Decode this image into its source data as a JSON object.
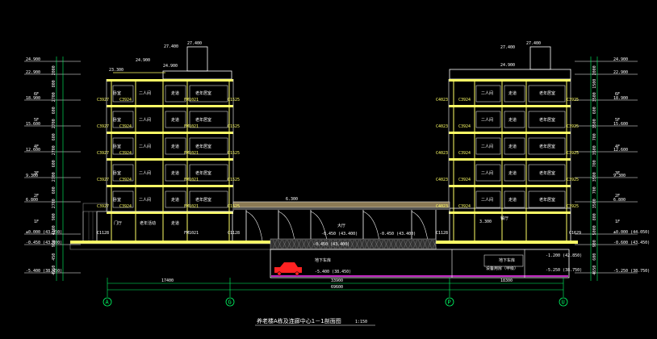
{
  "drawing": {
    "title": "养老楼A栋及连廊中心1－1剖面图",
    "scale": "1:150",
    "axes": [
      "A",
      "G",
      "P",
      "U"
    ],
    "spans": {
      "a_g": "17400",
      "g_p": "33900",
      "p_u": "18300",
      "total": "69600"
    },
    "left_levels": [
      "24.900",
      "22.900",
      "18.900",
      "15.600",
      "12.600",
      "9.300",
      "6.800",
      "±0.000 (43.850)",
      "-0.450 (43.400)",
      "-5.400 (38.450)"
    ],
    "left_floors": [
      "6F",
      "5F",
      "4F",
      "3F",
      "2F",
      "1F"
    ],
    "right_levels": [
      "24.900",
      "22.900",
      "18.900",
      "15.600",
      "12.600",
      "9.300",
      "6.800",
      "±0.000 (44.050)",
      "-0.600 (43.450)",
      "-5.250 (38.750)"
    ],
    "right_floors": [
      "6F",
      "5F",
      "4F",
      "3F",
      "2F",
      "1F"
    ],
    "top_marks": {
      "left_roof": "27.400",
      "left_roof2": "27.400",
      "left_parapet": "24.900",
      "left_eave": "23.300",
      "right_roof": "27.400",
      "right_parapet": "24.900"
    },
    "corridor_marks": {
      "corridor_top": "6.300",
      "corridor_floor_a": "-0.450 (43.400)",
      "corridor_floor_b": "-0.450 (43.400)",
      "parking_floor": "-5.400 (38.450)",
      "right_mid": "-1.200 (42.850)",
      "right_low": "-5.250 (38.750)",
      "right_ground": "3.300"
    },
    "left_rooms": [
      "卧室",
      "二人间",
      "走道",
      "老年居室"
    ],
    "right_rooms": [
      "二人间",
      "走道",
      "老年居室"
    ],
    "doors_left": [
      "C3927",
      "C3924",
      "FM1021",
      "C1525"
    ],
    "doors_right": [
      "C4023",
      "C3924",
      "C3925"
    ],
    "ground_rooms_left": [
      "门厅",
      "老年活动",
      "走道",
      "FM1021",
      "C1128"
    ],
    "ground_rooms_right": [
      "餐厅",
      "C1128",
      "C1629"
    ],
    "basement": {
      "left": "地下车库",
      "right": "地下车库",
      "right_room": "设备用房（甲级）"
    },
    "corridor_label": "大厅",
    "left_dims": [
      "2000",
      "800",
      "2700",
      "600",
      "2700",
      "600",
      "2700",
      "600",
      "2700",
      "600",
      "2700",
      "900",
      "4100",
      "900",
      "450",
      "4950"
    ],
    "right_dims": [
      "2000",
      "1500",
      "3500",
      "600",
      "3500",
      "700",
      "3500",
      "700",
      "3500",
      "700",
      "3500",
      "800",
      "5000",
      "900",
      "600",
      "4650"
    ]
  }
}
